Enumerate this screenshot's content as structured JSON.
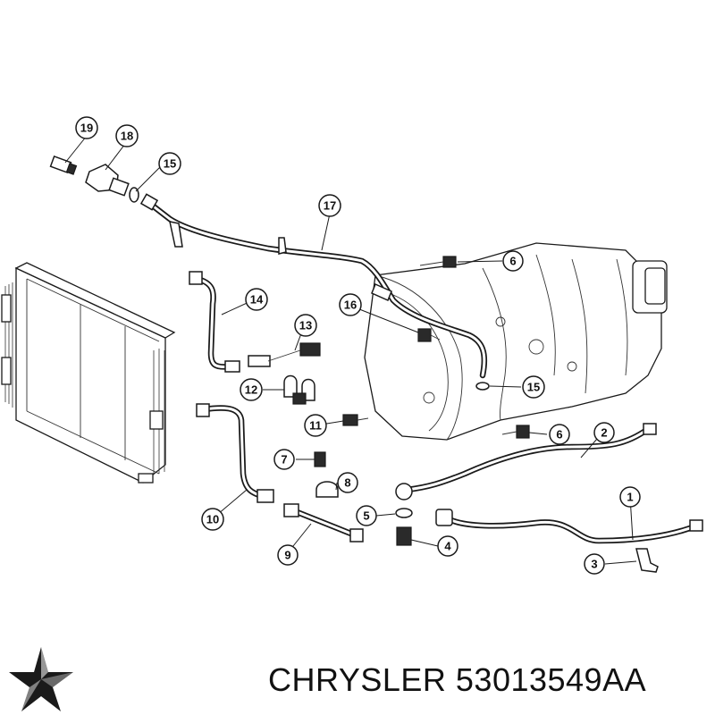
{
  "caption": "CHRYSLER 53013549AA",
  "logo_lettering": "",
  "callouts": [
    {
      "id": "c1",
      "label": "1"
    },
    {
      "id": "c2",
      "label": "2"
    },
    {
      "id": "c3",
      "label": "3"
    },
    {
      "id": "c4",
      "label": "4"
    },
    {
      "id": "c5",
      "label": "5"
    },
    {
      "id": "c6a",
      "label": "6"
    },
    {
      "id": "c6b",
      "label": "6"
    },
    {
      "id": "c7",
      "label": "7"
    },
    {
      "id": "c8",
      "label": "8"
    },
    {
      "id": "c9",
      "label": "9"
    },
    {
      "id": "c10",
      "label": "10"
    },
    {
      "id": "c11",
      "label": "11"
    },
    {
      "id": "c12",
      "label": "12"
    },
    {
      "id": "c13",
      "label": "13"
    },
    {
      "id": "c14",
      "label": "14"
    },
    {
      "id": "c15a",
      "label": "15"
    },
    {
      "id": "c15b",
      "label": "15"
    },
    {
      "id": "c16",
      "label": "16"
    },
    {
      "id": "c17",
      "label": "17"
    },
    {
      "id": "c18",
      "label": "18"
    },
    {
      "id": "c19",
      "label": "19"
    }
  ]
}
